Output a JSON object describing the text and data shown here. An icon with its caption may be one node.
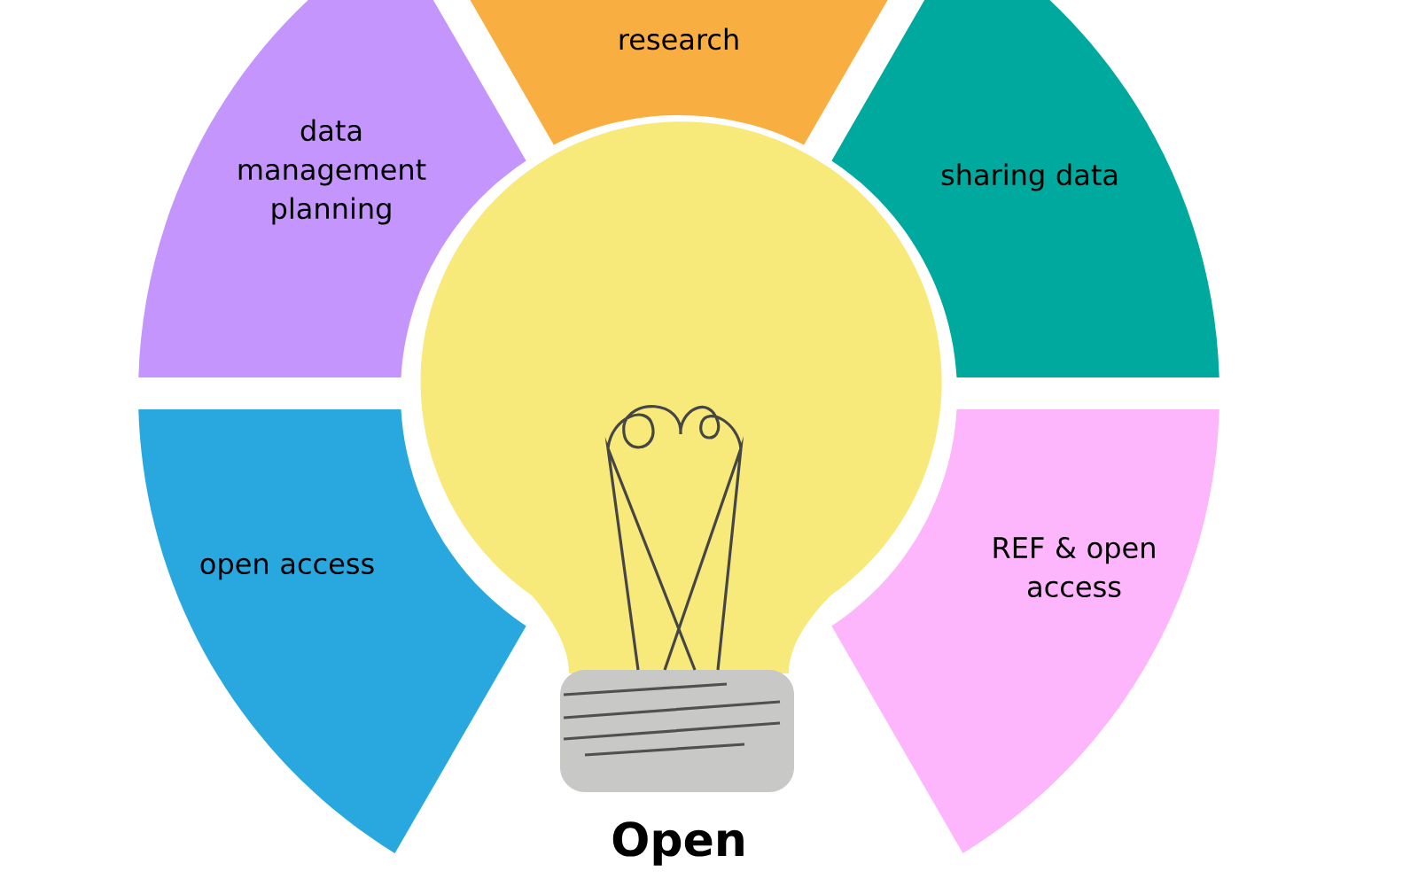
{
  "diagram": {
    "title": "Open",
    "nodes": [
      {
        "text": [
          "research"
        ]
      },
      {
        "text": [
          "data management planning"
        ]
      },
      {
        "text": [
          "sharing data"
        ]
      },
      {
        "text": [
          "open access"
        ]
      },
      {
        "text": [
          "REF & open access"
        ]
      }
    ]
  }
}
